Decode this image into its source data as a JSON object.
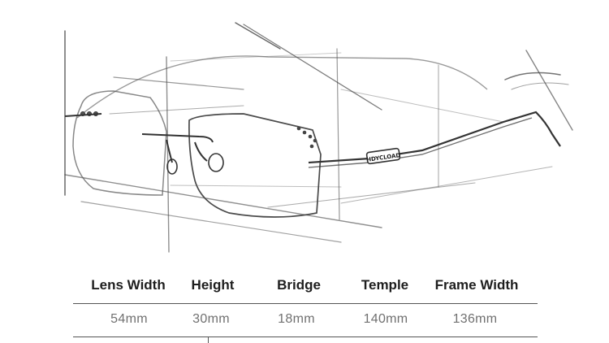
{
  "specs": {
    "headers": [
      "Lens Width",
      "Height",
      "Bridge",
      "Temple",
      "Frame Width"
    ],
    "values": [
      "54mm",
      "30mm",
      "18mm",
      "140mm",
      "136mm"
    ]
  },
  "illustration": {
    "temple_logo_text": "HDYCLOAD"
  }
}
